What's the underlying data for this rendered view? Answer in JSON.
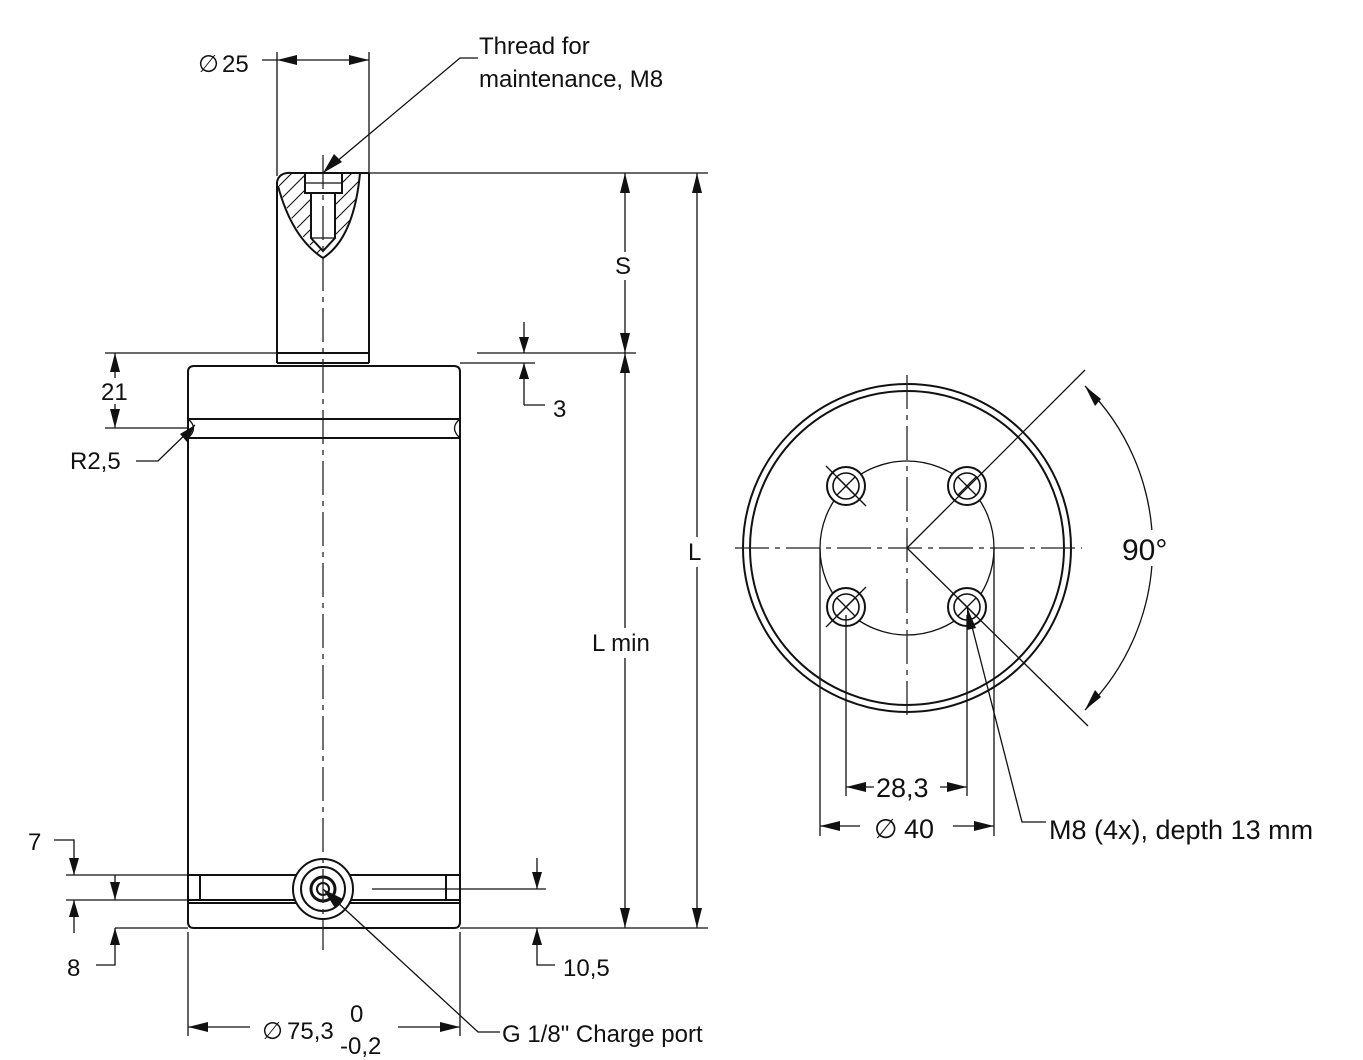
{
  "labels": {
    "rod_diameter": "25",
    "thread_note_line1": "Thread for",
    "thread_note_line2": "maintenance, M8",
    "stroke": "S",
    "top_length": "21",
    "step": "3",
    "groove_radius": "R2,5",
    "length": "L",
    "length_min": "L min",
    "bottom_groove_upper": "7",
    "bottom_groove_lower": "8",
    "port_offset": "10,5",
    "body_diameter": "75,3",
    "tol_upper": "0",
    "tol_lower": "-0,2",
    "charge_port": "G 1/8\" Charge port",
    "angle": "90°",
    "hole_spacing": "28,3",
    "bolt_circle": "40",
    "mount_holes": "M8 (4x), depth 13 mm"
  },
  "symbols": {
    "diameter": "∅"
  }
}
